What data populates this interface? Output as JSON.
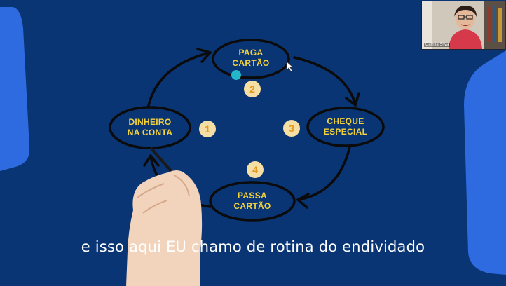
{
  "diagram": {
    "nodes": [
      {
        "id": "pay_card",
        "line1": "PAGA",
        "line2": "CARTÃO"
      },
      {
        "id": "overdraft",
        "line1": "CHEQUE",
        "line2": "ESPECIAL"
      },
      {
        "id": "swipe_card",
        "line1": "PASSA",
        "line2": "CARTÃO"
      },
      {
        "id": "money_account",
        "line1": "DINHEIRO",
        "line2": "NA CONTA"
      }
    ],
    "steps": [
      "1",
      "2",
      "3",
      "4"
    ]
  },
  "caption": "e isso aqui EU chamo de rotina do endividado",
  "webcam": {
    "participant_name": "Camila Silva"
  },
  "colors": {
    "background": "#0a3575",
    "node_fill": "#0a3575",
    "node_text": "#f4d23a",
    "badge_fill": "#f6dfa5",
    "badge_text": "#e39a1e",
    "stroke": "#0b0b0b",
    "side_shape": "#2f6be0"
  }
}
